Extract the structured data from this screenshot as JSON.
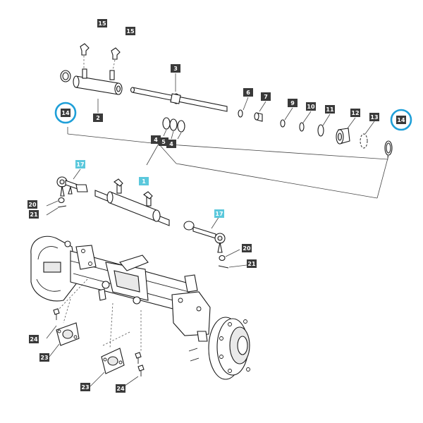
{
  "callouts": [
    {
      "label": "15"
    },
    {
      "label": "15"
    },
    {
      "label": "3"
    },
    {
      "label": "6"
    },
    {
      "label": "7"
    },
    {
      "label": "9"
    },
    {
      "label": "10"
    },
    {
      "label": "11"
    },
    {
      "label": "12"
    },
    {
      "label": "13"
    },
    {
      "label": "14"
    },
    {
      "label": "14"
    },
    {
      "label": "2"
    },
    {
      "label": "4"
    },
    {
      "label": "5"
    },
    {
      "label": "4"
    },
    {
      "label": "17"
    },
    {
      "label": "1"
    },
    {
      "label": "17"
    },
    {
      "label": "20"
    },
    {
      "label": "21"
    },
    {
      "label": "20"
    },
    {
      "label": "21"
    },
    {
      "label": "24"
    },
    {
      "label": "23"
    },
    {
      "label": "23"
    },
    {
      "label": "24"
    }
  ],
  "colors": {
    "callout_dark": "#3a3a3a",
    "callout_highlight": "#5bc8dc",
    "callout_text_dark": "#ffffff",
    "callout_text_highlight": "#ffffff",
    "ring_highlight": "#1e9fd8"
  }
}
